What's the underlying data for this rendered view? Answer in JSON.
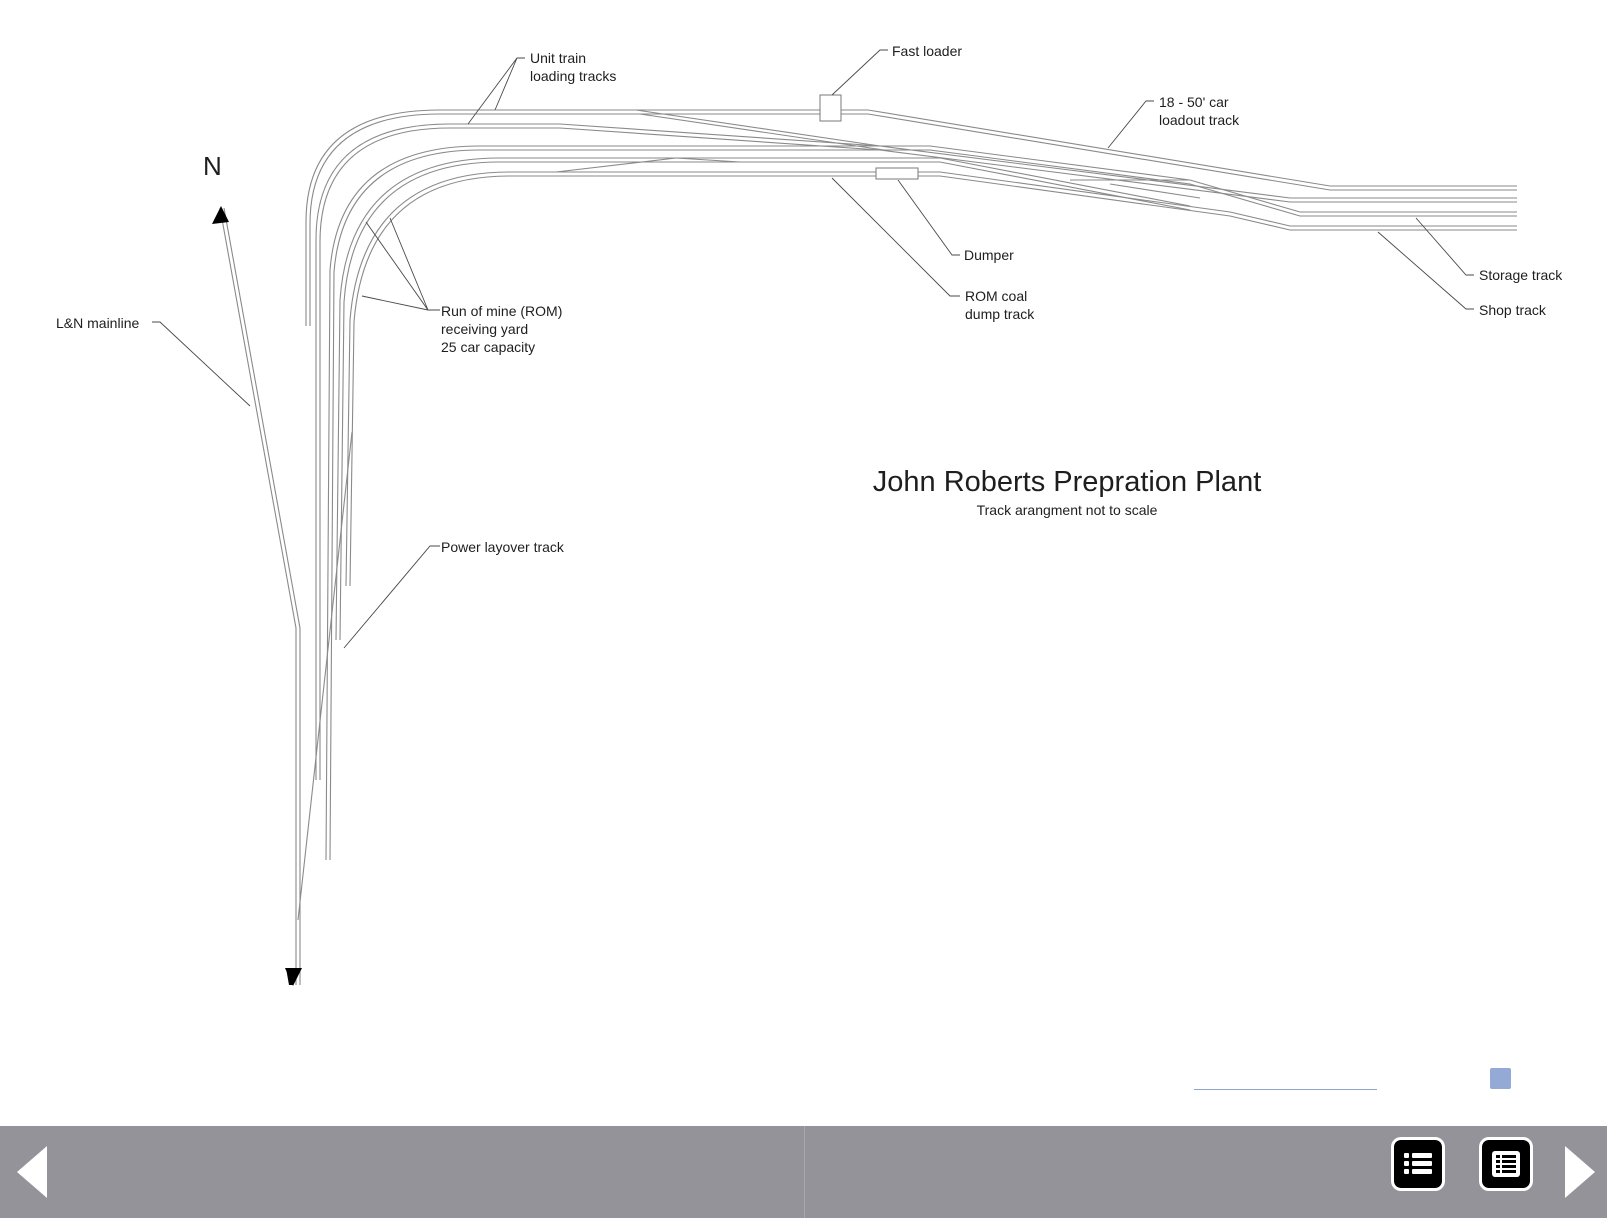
{
  "diagram": {
    "title": "John Roberts Prepration Plant",
    "subtitle": "Track arangment not to scale",
    "north_label": "N",
    "labels": {
      "unit_train_1": "Unit train",
      "unit_train_2": "loading tracks",
      "fast_loader": "Fast loader",
      "loadout_1": "18 - 50' car",
      "loadout_2": "loadout track",
      "dumper": "Dumper",
      "rom_dump_1": "ROM coal",
      "rom_dump_2": "dump track",
      "storage": "Storage track",
      "shop": "Shop track",
      "rom_yard_1": "Run of mine (ROM)",
      "rom_yard_2": "receiving yard",
      "rom_yard_3": "25 car capacity",
      "mainline": "L&N mainline",
      "power_layover": "Power layover track"
    }
  },
  "toolbar": {
    "prev_icon": "triangle-left-icon",
    "next_icon": "triangle-right-icon",
    "toc_icon": "list-icon",
    "grid_icon": "grid-icon"
  },
  "colors": {
    "toolbar_bg": "#939399",
    "track": "#8a8a8a",
    "text": "#1e1e1e",
    "accent": "#94a9d6"
  }
}
